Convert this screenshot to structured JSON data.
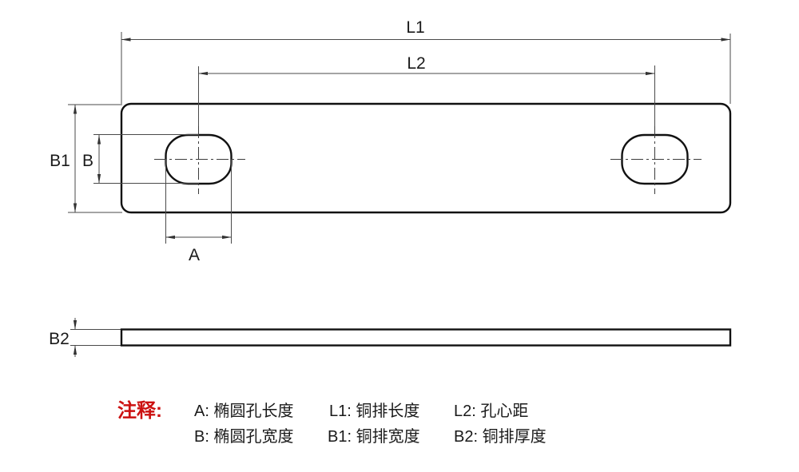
{
  "drawing": {
    "dim_labels": {
      "l1": "L1",
      "l2": "L2",
      "b1": "B1",
      "b": "B",
      "a": "A",
      "b2": "B2"
    },
    "colors": {
      "outline": "#111111",
      "dim_lines": "#4a4a4a",
      "background": "#ffffff"
    }
  },
  "legend": {
    "title": "注释:",
    "row1": [
      "A: 椭圆孔长度",
      "L1: 铜排长度",
      "L2: 孔心距"
    ],
    "row2": [
      "B: 椭圆孔宽度",
      "B1: 铜排宽度",
      "B2: 铜排厚度"
    ],
    "colors": {
      "title": "#cc1111",
      "text": "#1a1a1a"
    }
  }
}
